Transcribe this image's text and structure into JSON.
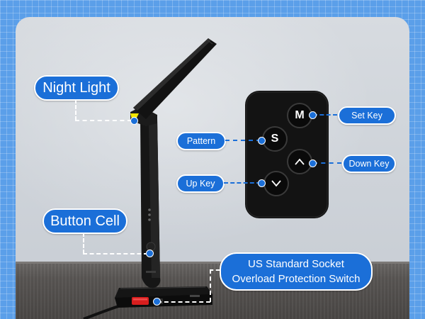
{
  "labels": {
    "night_light": "Night Light",
    "button_cell": "Button Cell",
    "pattern": "Pattern",
    "up_key": "Up Key",
    "set_key": "Set Key",
    "down_key": "Down Key",
    "socket_line1": "US Standard Socket",
    "socket_line2": "Overload Protection Switch"
  },
  "remote_buttons": {
    "m": "M",
    "s": "S"
  },
  "colors": {
    "accent_blue": "#1b6fd8",
    "background_grid": "#5b9fe9",
    "lamp_body": "#1a1a1a",
    "night_light_led": "#f2e600",
    "switch_red": "#d81e1e"
  }
}
